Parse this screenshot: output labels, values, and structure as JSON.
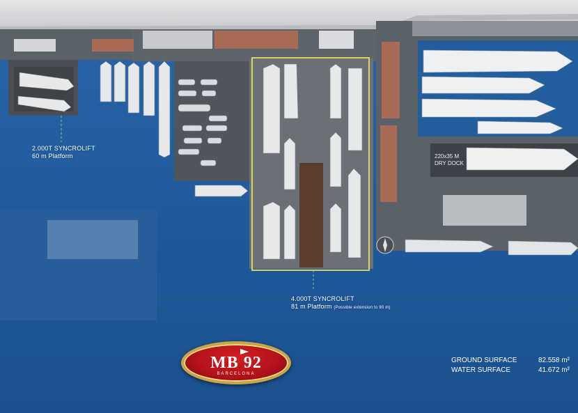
{
  "labels": {
    "lift_small_title": "2.000T SYNCROLIFT",
    "lift_small_sub": "60 m Platform",
    "lift_big_title": "4.000T SYNCROLIFT",
    "lift_big_sub": "81 m Platform",
    "lift_big_note": "(Possible extension to 90 m)",
    "dry_dock_line1": "220x35 M",
    "dry_dock_line2": "DRY DOCK"
  },
  "surfaces": [
    {
      "name": "GROUND SURFACE",
      "value": "82.558 m²"
    },
    {
      "name": "WATER SURFACE",
      "value": "41.672 m²"
    }
  ],
  "logo": {
    "name": "MB 92",
    "city": "BARCELONA"
  },
  "colors": {
    "sea": "#1f5a9c",
    "sea_dark": "#174a86",
    "quay": "#5b6168",
    "quay_light": "#767c84",
    "highlight_frame": "#d8d45a",
    "annotation_line": "#7fd36a",
    "roof": "#a86a55",
    "logo_red": "#b3121a",
    "logo_gold": "#c9a544"
  }
}
